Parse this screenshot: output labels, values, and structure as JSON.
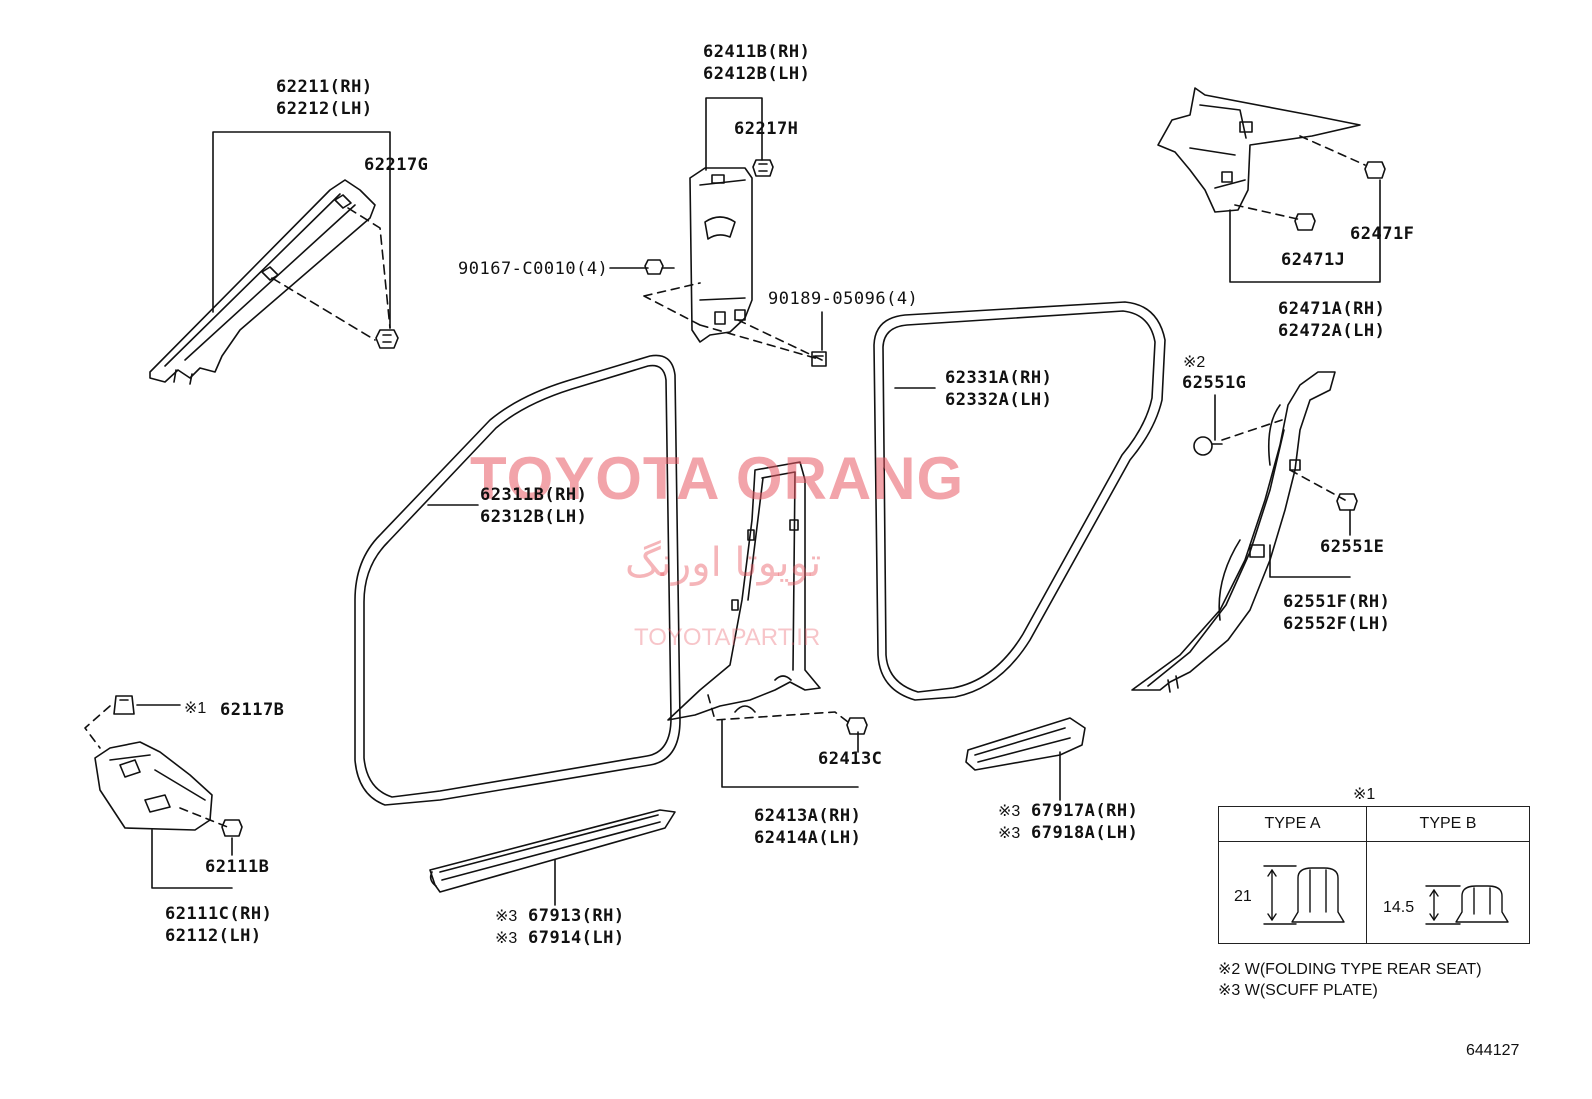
{
  "watermark": {
    "brand": "TOYOTA ORANG",
    "brand_fa": "تویوتا اورنگ",
    "site": "TOYOTAPART.IR"
  },
  "diagram_id": "644127",
  "labels": {
    "a_pillar": [
      "62211(RH)",
      "62212(LH)"
    ],
    "clip_62217g": "62217G",
    "b_pillar_upper": [
      "62411B(RH)",
      "62412B(LH)"
    ],
    "clip_62217h": "62217H",
    "screw_90167": "90167-C0010(4)",
    "clip_90189": "90189-05096(4)",
    "quarter_trim": [
      "62471A(RH)",
      "62472A(LH)"
    ],
    "clip_62471f": "62471F",
    "clip_62471j": "62471J",
    "front_weatherstrip": [
      "62311B(RH)",
      "62312B(LH)"
    ],
    "rear_weatherstrip": [
      "62331A(RH)",
      "62332A(LH)"
    ],
    "mark2": "※2",
    "clip_62551g": "62551G",
    "clip_62551e": "62551E",
    "c_pillar": [
      "62551F(RH)",
      "62552F(LH)"
    ],
    "nut_62117b_mark": "※1",
    "nut_62117b": "62117B",
    "clip_62111b": "62111B",
    "cowl_trim": [
      "62111C(RH)",
      "62112(LH)"
    ],
    "clip_62413c": "62413C",
    "b_pillar_lower": [
      "62413A(RH)",
      "62414A(LH)"
    ],
    "front_scuff_mark": "※3",
    "front_scuff": [
      "67913(RH)",
      "67914(LH)"
    ],
    "rear_scuff_mark": "※3",
    "rear_scuff": [
      "67917A(RH)",
      "67918A(LH)"
    ]
  },
  "type_table": {
    "mark": "※1",
    "type_a": "TYPE A",
    "type_b": "TYPE B",
    "dim_a": "21",
    "dim_b": "14.5"
  },
  "notes": [
    "※2 W(FOLDING TYPE REAR SEAT)",
    "※3 W(SCUFF PLATE)"
  ]
}
